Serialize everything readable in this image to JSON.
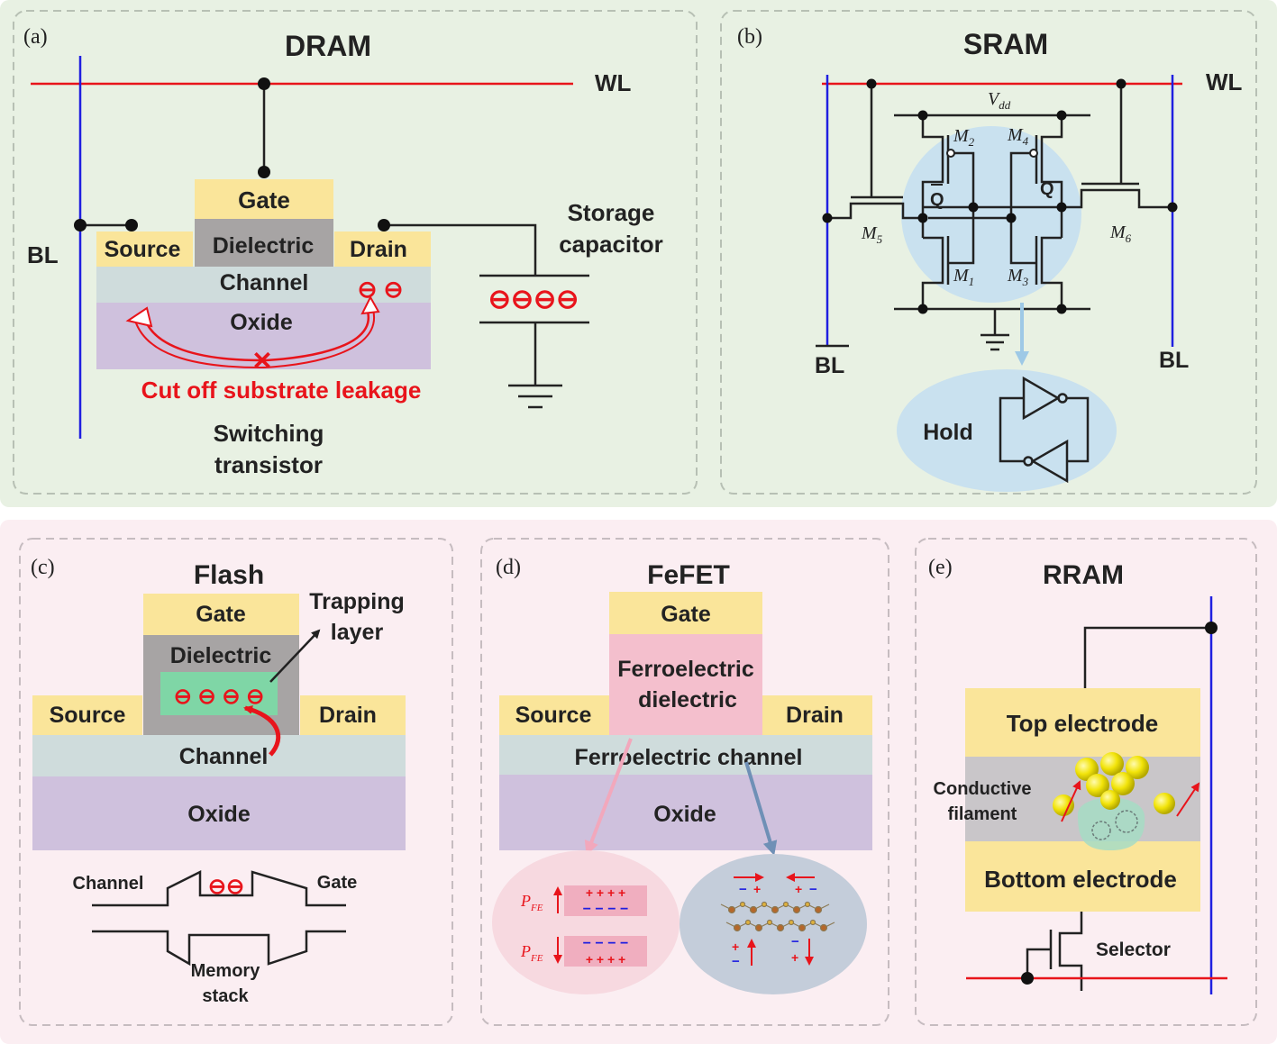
{
  "colors": {
    "top_background": "#e8f1e3",
    "bottom_background": "#fbeef2",
    "gate": "#fae59a",
    "dielectric": "#a7a4a4",
    "channel": "#cfdcdc",
    "oxide": "#cfc1dd",
    "ferro": "#f4bfcd",
    "trap": "#7fd6a6",
    "red": "#e8141b",
    "blue": "#1f1fe0",
    "hold_bubble": "#c9e1ef"
  },
  "panel_a": {
    "label": "(a)",
    "title": "DRAM",
    "wl": "WL",
    "bl": "BL",
    "gate": "Gate",
    "source": "Source",
    "dielectric": "Dielectric",
    "drain": "Drain",
    "channel": "Channel",
    "oxide": "Oxide",
    "channel_charges": "⊖ ⊖",
    "capacitor_charges": "⊖⊖⊖⊖",
    "storage_line1": "Storage",
    "storage_line2": "capacitor",
    "leakage": "Cut off substrate leakage",
    "switch_line1": "Switching",
    "switch_line2": "transistor"
  },
  "panel_b": {
    "label": "(b)",
    "title": "SRAM",
    "wl": "WL",
    "vdd": "V",
    "vdd_sub": "dd",
    "m": "M",
    "m2": "2",
    "m4": "4",
    "m5": "5",
    "m6": "6",
    "m1": "1",
    "m3": "3",
    "qbar": "Q",
    "q": "Q",
    "blbar": "BL",
    "bl": "BL",
    "hold": "Hold"
  },
  "panel_c": {
    "label": "(c)",
    "title": "Flash",
    "gate": "Gate",
    "dielectric": "Dielectric",
    "trap_line1": "Trapping",
    "trap_line2": "layer",
    "trap_charges": "⊖ ⊖ ⊖ ⊖",
    "source": "Source",
    "drain": "Drain",
    "channel": "Channel",
    "oxide": "Oxide",
    "stack_channel": "Channel",
    "stack_gate": "Gate",
    "stack_charges": "⊖⊖",
    "memory_line1": "Memory",
    "memory_line2": "stack"
  },
  "panel_d": {
    "label": "(d)",
    "title": "FeFET",
    "gate": "Gate",
    "ferro_line1": "Ferroelectric",
    "ferro_line2": "dielectric",
    "source": "Source",
    "drain": "Drain",
    "channel": "Ferroelectric channel",
    "oxide": "Oxide",
    "pfe": "P",
    "pfe_sub": "FE",
    "plus_row": "+ + + +",
    "minus_row": "− − − −"
  },
  "panel_e": {
    "label": "(e)",
    "title": "RRAM",
    "top": "Top electrode",
    "bottom": "Bottom electrode",
    "cf_line1": "Conductive",
    "cf_line2": "filament",
    "selector": "Selector"
  }
}
